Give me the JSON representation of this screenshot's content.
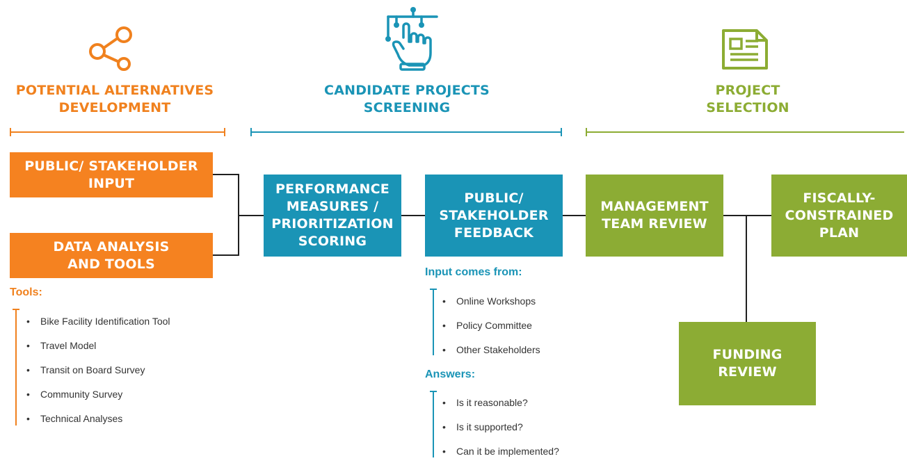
{
  "phases": [
    {
      "title_line1": "POTENTIAL ALTERNATIVES",
      "title_line2": "DEVELOPMENT",
      "icon": "share-icon",
      "color": "#f0811e"
    },
    {
      "title_line1": "CANDIDATE PROJECTS",
      "title_line2": "SCREENING",
      "icon": "touch-network-icon",
      "color": "#1a94b6"
    },
    {
      "title_line1": "PROJECT",
      "title_line2": "SELECTION",
      "icon": "document-icon",
      "color": "#8cac33"
    }
  ],
  "boxes": {
    "public_input": {
      "line1": "PUBLIC/ STAKEHOLDER",
      "line2": "INPUT"
    },
    "data_analysis": {
      "line1": "DATA ANALYSIS",
      "line2": "AND TOOLS"
    },
    "performance": {
      "line1": "PERFORMANCE",
      "line2": "MEASURES /",
      "line3": "PRIORITIZATION",
      "line4": "SCORING"
    },
    "feedback": {
      "line1": "PUBLIC/",
      "line2": "STAKEHOLDER",
      "line3": "FEEDBACK"
    },
    "management": {
      "line1": "MANAGEMENT",
      "line2": "TEAM REVIEW"
    },
    "fiscal": {
      "line1": "FISCALLY-",
      "line2": "CONSTRAINED",
      "line3": "PLAN"
    },
    "funding": {
      "line1": "FUNDING",
      "line2": "REVIEW"
    }
  },
  "tools": {
    "heading": "Tools:",
    "items": [
      "Bike Facility Identification Tool",
      "Travel Model",
      "Transit on Board Survey",
      "Community Survey",
      "Technical Analyses"
    ]
  },
  "input_from": {
    "heading": "Input comes from:",
    "items": [
      "Online Workshops",
      "Policy Committee",
      "Other Stakeholders"
    ]
  },
  "answers": {
    "heading": "Answers:",
    "items": [
      "Is it reasonable?",
      "Is it supported?",
      "Can it be implemented?"
    ]
  }
}
